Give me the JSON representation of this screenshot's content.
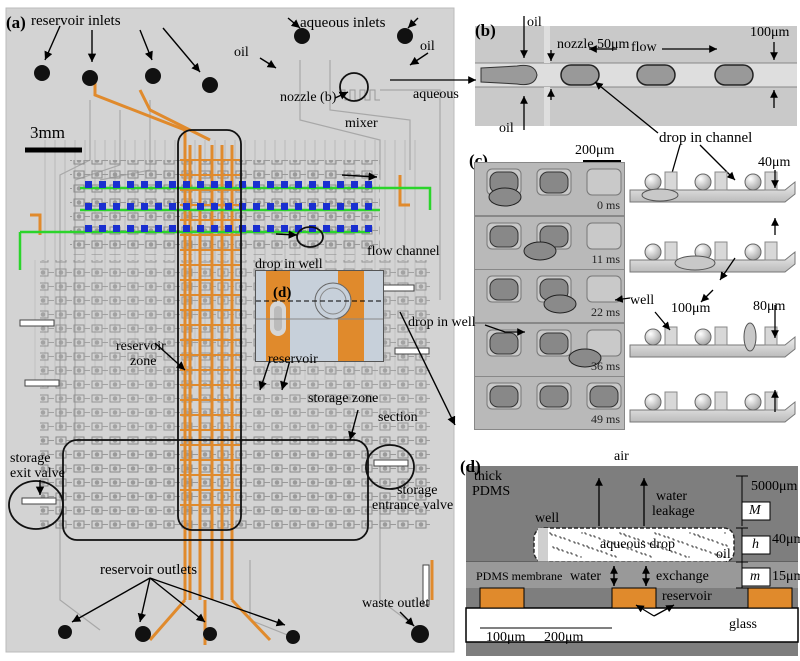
{
  "panel_labels": {
    "a": "(a)",
    "b": "(b)",
    "c": "(c)",
    "d_inset": "(d)",
    "d_section": "(d)"
  },
  "panel_a": {
    "reservoir_inlets": "reservoir inlets",
    "aqueous_inlets": "aqueous inlets",
    "oil_top": "oil",
    "oil_mid": "oil",
    "nozzle": "nozzle (b)",
    "mixer": "mixer",
    "scale_bar": "3mm",
    "flow_channel": "flow channel",
    "drop_in_well": "drop in well",
    "reservoir_zone_1": "reservoir",
    "reservoir_zone_2": "zone",
    "reservoir": "reservoir",
    "storage_zone": "storage zone",
    "section": "section",
    "storage_exit_1": "storage",
    "storage_exit_2": "exit valve",
    "storage_entrance_1": "storage",
    "storage_entrance_2": "entrance valve",
    "reservoir_outlets": "reservoir outlets",
    "waste_outlet": "waste outlet"
  },
  "panel_b": {
    "oil_top": "oil",
    "oil_bottom": "oil",
    "nozzle": "nozzle 50μm",
    "flow": "flow",
    "width": "100μm",
    "aqueous": "aqueous",
    "drop_in_channel": "drop in channel"
  },
  "panel_c": {
    "scale": "200μm",
    "times": [
      "0 ms",
      "11 ms",
      "22 ms",
      "36 ms",
      "49 ms"
    ],
    "well": "well",
    "drop_in_well": "drop in well",
    "dim_40": "40μm",
    "dim_100": "100μm",
    "dim_80": "80μm"
  },
  "panel_d": {
    "air": "air",
    "thick_pdms_1": "thick",
    "thick_pdms_2": "PDMS",
    "water_leakage_1": "water",
    "water_leakage_2": "leakage",
    "well": "well",
    "aqueous_drop": "aqueous drop",
    "oil": "oil",
    "pdms_membrane": "PDMS membrane",
    "water": "water",
    "exchange": "exchange",
    "reservoir": "reservoir",
    "glass": "glass",
    "dim_100": "100μm",
    "dim_200": "200μm",
    "dim_5000": "5000μm",
    "dim_40": "40μm",
    "dim_15": "15μm",
    "sym_M": "M",
    "sym_h": "h",
    "sym_m": "m"
  },
  "colors": {
    "orange": "#e08a2c",
    "blue": "#1a2fd0",
    "green": "#2bd42b",
    "gray_dark": "#777777",
    "gray_photo": "#cfcfcf"
  }
}
